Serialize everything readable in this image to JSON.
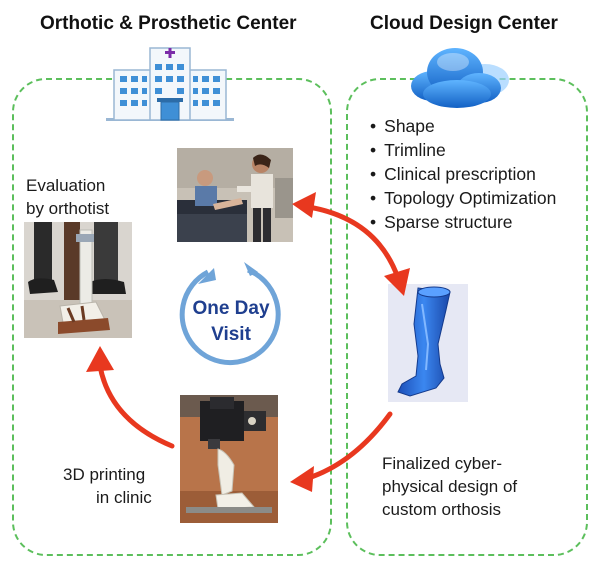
{
  "left_title": "Orthotic & Prosthetic Center",
  "right_title": "Cloud Design Center",
  "evaluation_label_1": "Evaluation",
  "evaluation_label_2": "by orthotist",
  "printing_label_1": "3D printing",
  "printing_label_2": "in clinic",
  "design_items": [
    "Shape",
    "Trimline",
    "Clinical prescription",
    "Topology Optimization",
    "Sparse structure"
  ],
  "finalized_label_1": "Finalized cyber-",
  "finalized_label_2": "physical design of",
  "finalized_label_3": "custom orthosis",
  "cycle_line_1": "One Day",
  "cycle_line_2": "Visit",
  "colors": {
    "panel_border": "#5cbf5c",
    "arrow": "#e8381f",
    "cycle_text": "#1f3f8f",
    "cycle_ring": "#6fa4d8",
    "orthosis_model": "#2a6fdc",
    "hospital_blue": "#3f8fd6",
    "cloud_blue": "#2478d6"
  },
  "icons": [
    "hospital-icon",
    "cloud-icon"
  ]
}
